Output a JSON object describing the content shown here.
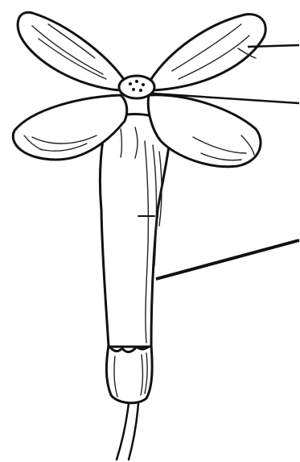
{
  "figure": {
    "subject": "flower",
    "colors": {
      "ink": "#111111",
      "paper": "#ffffff"
    },
    "parts": [
      "petal-top-left",
      "petal-top-right",
      "petal-bottom-left",
      "petal-bottom-right",
      "corolla-center",
      "corolla-tube",
      "calyx",
      "pedicel"
    ],
    "pointer_lines": 3
  }
}
